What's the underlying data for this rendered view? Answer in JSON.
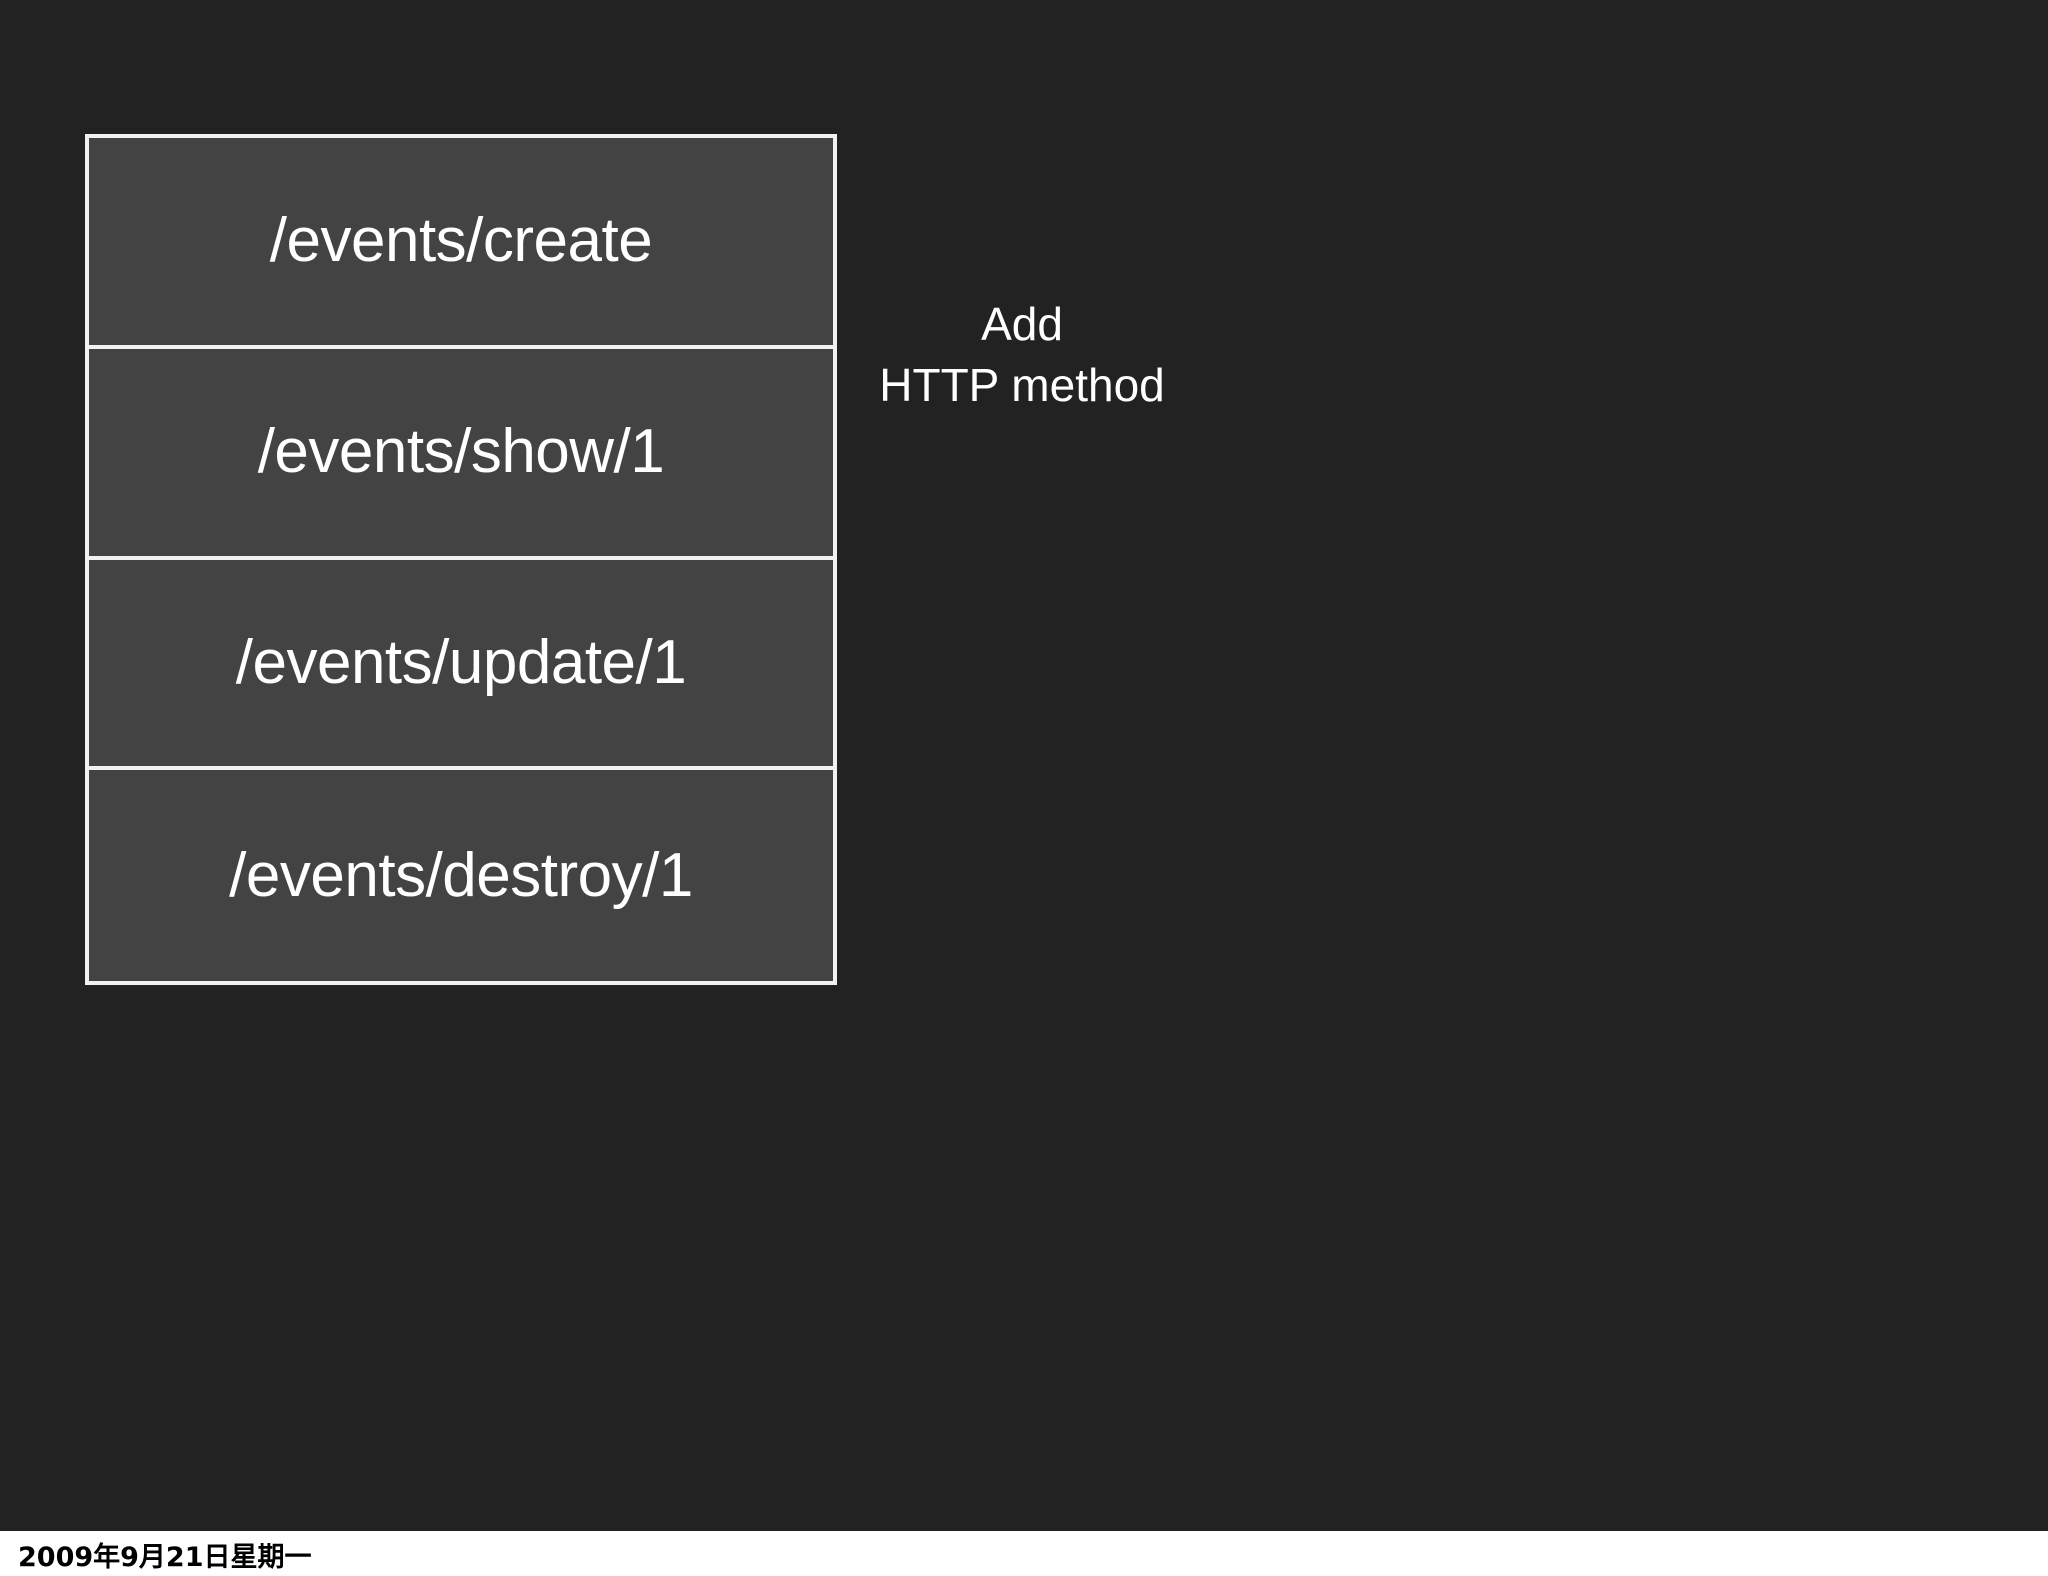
{
  "slide": {
    "background_color": "#222222",
    "box_fill_color": "#434343",
    "box_border_color": "#f2f2f2",
    "text_color": "#ffffff"
  },
  "routes": [
    {
      "label": "/events/create"
    },
    {
      "label": "/events/show/1"
    },
    {
      "label": "/events/update/1"
    },
    {
      "label": "/events/destroy/1"
    }
  ],
  "annotation": {
    "line1": "Add",
    "line2": "HTTP method"
  },
  "footer": {
    "date": "2009年9月21日星期一"
  }
}
